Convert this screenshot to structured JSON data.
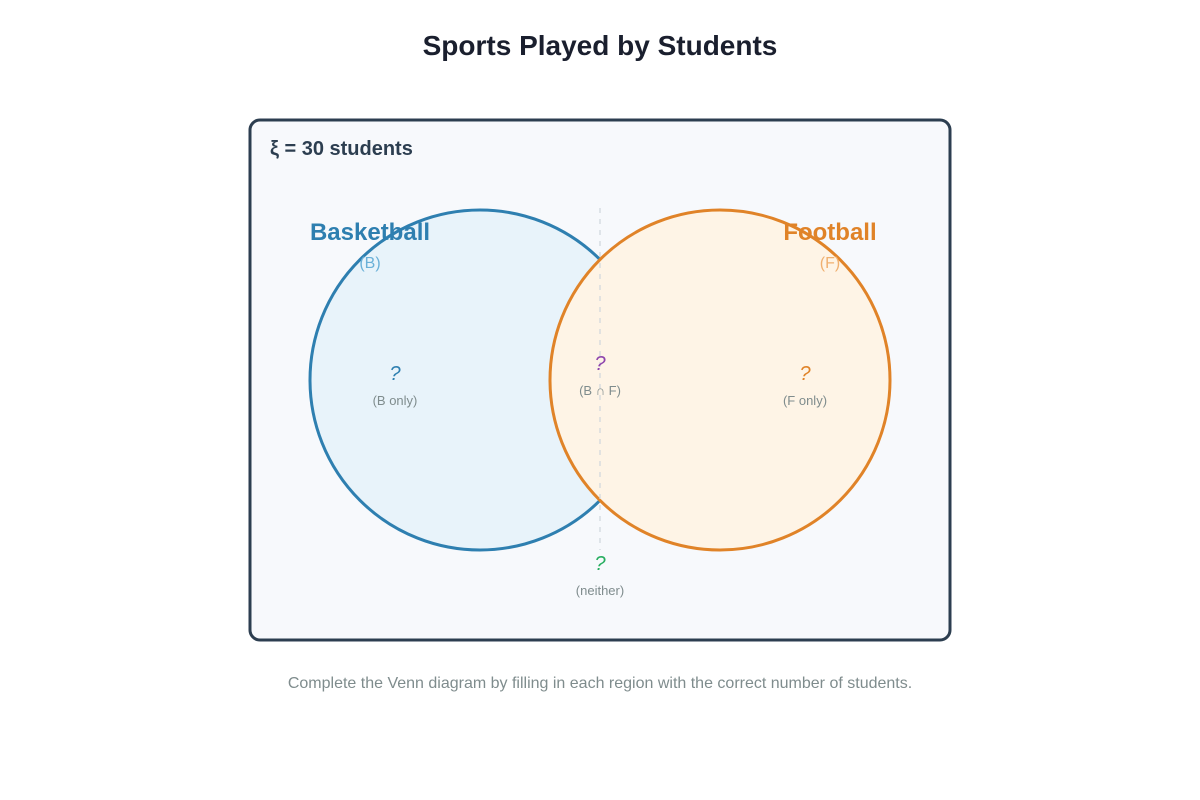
{
  "title": "Sports Played by Students",
  "universe": {
    "label": "ξ = 30 students",
    "border_color": "#2c3e50",
    "fill_color": "#f7f9fc"
  },
  "sets": {
    "basketball": {
      "name": "Basketball",
      "symbol": "(B)",
      "stroke_color": "#2e7fb0",
      "fill_color": "#e8f3fa",
      "symbol_color": "#6ab0d8"
    },
    "football": {
      "name": "Football",
      "symbol": "(F)",
      "stroke_color": "#e08328",
      "fill_color": "#fef4e6",
      "symbol_color": "#f0b070"
    }
  },
  "regions": {
    "b_only": {
      "value": "?",
      "label": "(B only)",
      "color": "#2e7fb0"
    },
    "intersection": {
      "value": "?",
      "label": "(B ∩ F)",
      "color": "#8e44ad"
    },
    "f_only": {
      "value": "?",
      "label": "(F only)",
      "color": "#e08328"
    },
    "neither": {
      "value": "?",
      "label": "(neither)",
      "color": "#27ae60"
    }
  },
  "caption": "Complete the Venn diagram by filling in each region with the correct number of students."
}
